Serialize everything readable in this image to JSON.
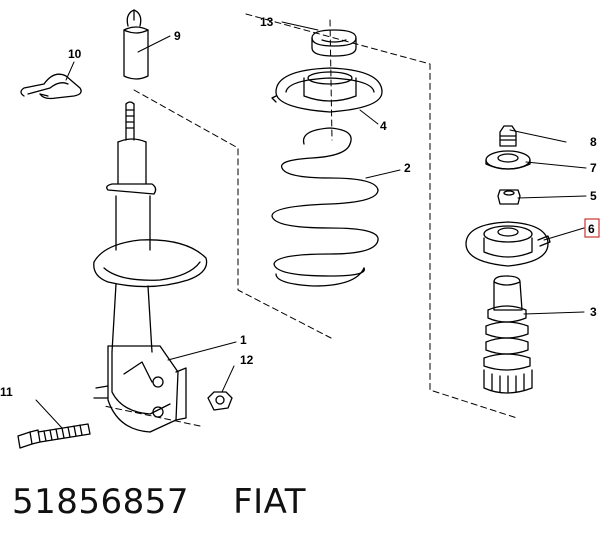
{
  "callouts": {
    "n1": "1",
    "n2": "2",
    "n3": "3",
    "n4": "4",
    "n5": "5",
    "n6": "6",
    "n7": "7",
    "n8": "8",
    "n9": "9",
    "n10": "10",
    "n11": "11",
    "n12": "12",
    "n13": "13"
  },
  "highlighted_callout": "6",
  "highlight_color": "#cc3333",
  "caption": {
    "part_number": "51856857",
    "brand": "FIAT"
  }
}
